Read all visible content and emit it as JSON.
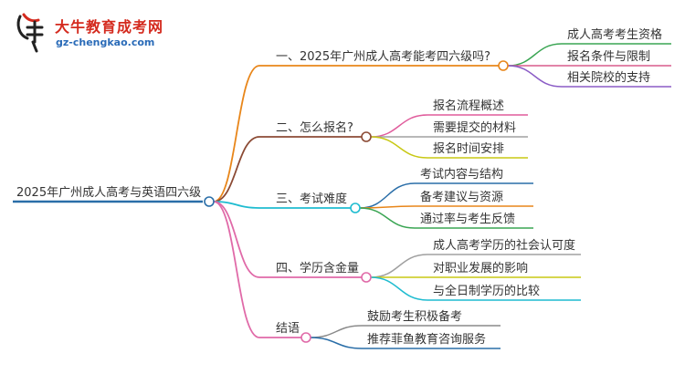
{
  "logo": {
    "name": "大牛教育成考网",
    "url": "gz-chengkao.com"
  },
  "root": {
    "label": "2025年广州成人高考与英语四六级",
    "color": "#2a6ea8"
  },
  "branches": [
    {
      "label": "一、2025年广州成人高考能考四六级吗?",
      "color": "#e8861a",
      "children": [
        {
          "label": "成人高考考生资格",
          "color": "#3aa553"
        },
        {
          "label": "报名条件与限制",
          "color": "#d85c8c"
        },
        {
          "label": "相关院校的支持",
          "color": "#8b5cc6"
        }
      ]
    },
    {
      "label": "二、怎么报名?",
      "color": "#8b4a34",
      "children": [
        {
          "label": "报名流程概述",
          "color": "#e05c9c"
        },
        {
          "label": "需要提交的材料",
          "color": "#a0a0a0"
        },
        {
          "label": "报名时间安排",
          "color": "#c8c814"
        }
      ]
    },
    {
      "label": "三、考试难度",
      "color": "#1fbcd0",
      "children": [
        {
          "label": "考试内容与结构",
          "color": "#2a6ea8"
        },
        {
          "label": "备考建议与资源",
          "color": "#e8861a"
        },
        {
          "label": "通过率与考生反馈",
          "color": "#3aa553"
        }
      ]
    },
    {
      "label": "四、学历含金量",
      "color": "#e06aa8",
      "children": [
        {
          "label": "成人高考学历的社会认可度",
          "color": "#a0a0a0"
        },
        {
          "label": "对职业发展的影响",
          "color": "#c8c814"
        },
        {
          "label": "与全日制学历的比较",
          "color": "#1fbcd0"
        }
      ]
    },
    {
      "label": "结语",
      "color": "#e06aa8",
      "children": [
        {
          "label": "鼓励考生积极备考",
          "color": "#8a8a8a"
        },
        {
          "label": "推荐菲鱼教育咨询服务",
          "color": "#2a6ea8"
        }
      ]
    }
  ]
}
